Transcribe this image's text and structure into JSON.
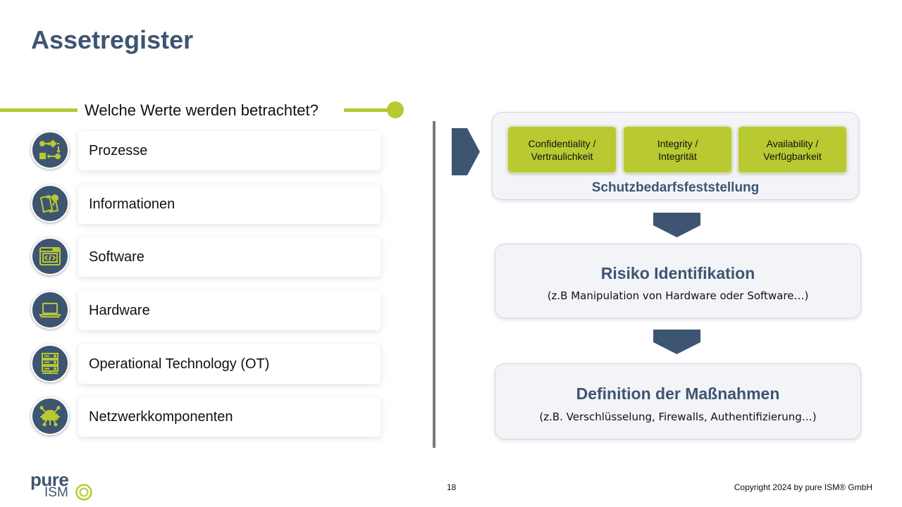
{
  "slide": {
    "title": "Assetregister",
    "page_number": "18",
    "copyright": "Copyright 2024 by pure ISM® GmbH"
  },
  "logo": {
    "line1": "pure",
    "line2": "ISM"
  },
  "section": {
    "question": "Welche Werte werden betrachtet?"
  },
  "assets": [
    {
      "label": "Prozesse",
      "icon": "process-flow-icon"
    },
    {
      "label": "Informationen",
      "icon": "documents-pin-icon"
    },
    {
      "label": "Software",
      "icon": "code-window-icon"
    },
    {
      "label": "Hardware",
      "icon": "laptop-icon"
    },
    {
      "label": "Operational Technology (OT)",
      "icon": "server-rack-icon"
    },
    {
      "label": "Netzwerkkomponenten",
      "icon": "cloud-network-icon"
    }
  ],
  "protection": {
    "label": "Schutzbedarfsfeststellung",
    "criteria": [
      "Confidentiality /\nVertraulichkeit",
      "Integrity /\nIntegrität",
      "Availability /\nVerfügbarkeit"
    ]
  },
  "risk": {
    "title": "Risiko Identifikation",
    "example": "(z.B Manipulation von Hardware oder Software…)"
  },
  "measures": {
    "title": "Definition der Maßnahmen",
    "example": "(z.B. Verschlüsselung, Firewalls, Authentifizierung…)"
  },
  "colors": {
    "primary": "#3e5572",
    "accent": "#b8c931",
    "card_background": "#f2f4f8"
  }
}
